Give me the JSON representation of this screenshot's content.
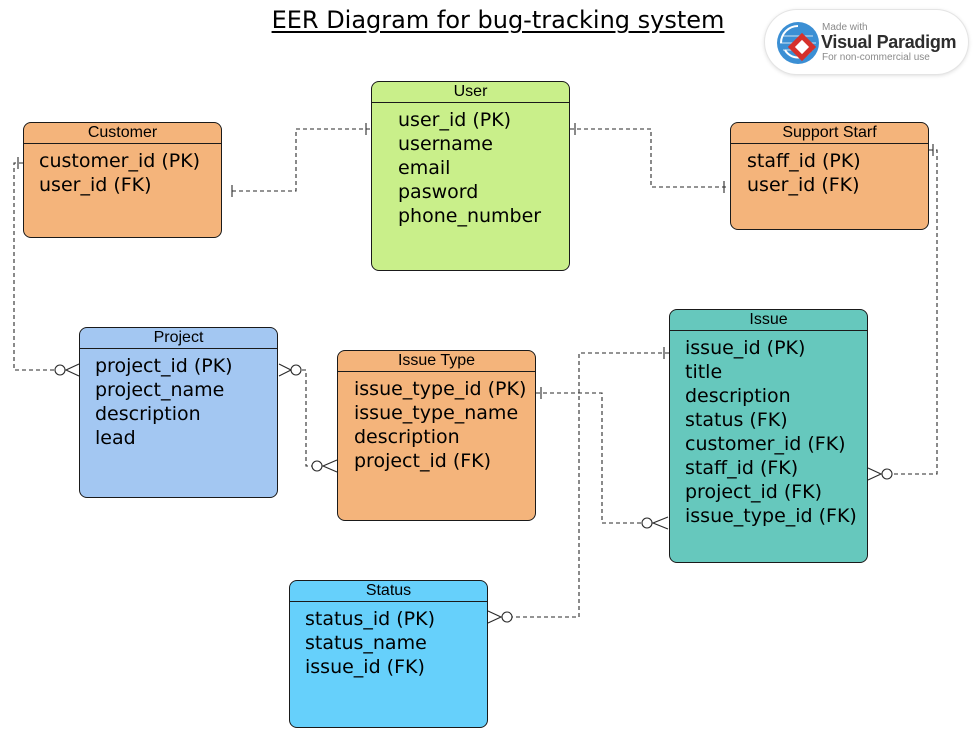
{
  "diagram": {
    "title": "EER Diagram for bug-tracking system"
  },
  "badge": {
    "made_with": "Made with",
    "brand": "Visual Paradigm",
    "subtitle": "For non-commercial use"
  },
  "entities": {
    "customer": {
      "name": "Customer",
      "color": "#f4b47b",
      "fields": [
        "customer_id (PK)",
        "user_id (FK)"
      ]
    },
    "user": {
      "name": "User",
      "color": "#c9ef8a",
      "fields": [
        "user_id (PK)",
        "username",
        "email",
        "pasword",
        "phone_number"
      ]
    },
    "support_staff": {
      "name": "Support Starf",
      "color": "#f4b47b",
      "fields": [
        "staff_id (PK)",
        "user_id (FK)"
      ]
    },
    "project": {
      "name": "Project",
      "color": "#a3c7f2",
      "fields": [
        "project_id (PK)",
        "project_name",
        "description",
        "lead"
      ]
    },
    "issue_type": {
      "name": "Issue Type",
      "color": "#f4b47b",
      "fields": [
        "issue_type_id (PK)",
        "issue_type_name",
        "description",
        "project_id (FK)"
      ]
    },
    "issue": {
      "name": "Issue",
      "color": "#66c8bd",
      "fields": [
        "issue_id (PK)",
        "title",
        "description",
        "status (FK)",
        "customer_id (FK)",
        "staff_id (FK)",
        "project_id (FK)",
        "issue_type_id (FK)"
      ]
    },
    "status": {
      "name": "Status",
      "color": "#66d0fb",
      "fields": [
        "status_id (PK)",
        "status_name",
        "issue_id (FK)"
      ]
    }
  },
  "relationships": [
    {
      "from": "Customer",
      "to": "User",
      "from_end": "one",
      "to_end": "one"
    },
    {
      "from": "User",
      "to": "Support Starf",
      "from_end": "one",
      "to_end": "one"
    },
    {
      "from": "Customer",
      "to": "Project",
      "from_end": "one",
      "to_end": "zero-or-many"
    },
    {
      "from": "Project",
      "to": "Issue Type",
      "from_end": "zero-or-many",
      "to_end": "zero-or-many"
    },
    {
      "from": "Issue Type",
      "to": "Issue",
      "from_end": "one",
      "to_end": "zero-or-many"
    },
    {
      "from": "Support Starf",
      "to": "Issue",
      "from_end": "one",
      "to_end": "zero-or-many"
    },
    {
      "from": "Issue",
      "to": "Status",
      "from_end": "one",
      "to_end": "zero-or-many"
    }
  ]
}
